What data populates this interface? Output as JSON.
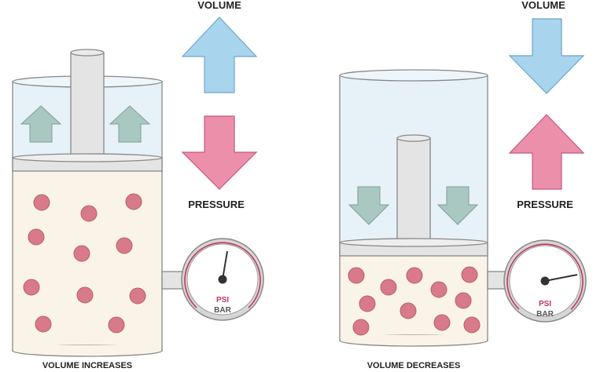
{
  "left": {
    "volume_label": "VOLUME",
    "pressure_label": "PRESSURE",
    "caption": "VOLUME INCREASES",
    "gauge": {
      "unit_primary": "PSI",
      "unit_secondary": "BAR"
    },
    "volume_arrow": "up-arrow-icon",
    "pressure_arrow": "down-arrow-icon"
  },
  "right": {
    "volume_label": "VOLUME",
    "pressure_label": "PRESSURE",
    "caption": "VOLUME DECREASES",
    "gauge": {
      "unit_primary": "PSI",
      "unit_secondary": "BAR"
    },
    "volume_arrow": "down-arrow-icon",
    "pressure_arrow": "up-arrow-icon"
  },
  "colors": {
    "volume_arrow": "#a8d4ee",
    "pressure_arrow": "#ec8fab",
    "gas_particle": "#d87a8a",
    "gas_fill": "#faf4e8",
    "cylinder_glass": "#e6f1f8",
    "piston": "#e4e4e4",
    "inner_arrow": "#a9c8c2",
    "gauge_red": "#c0395a",
    "gauge_text": "#555555"
  }
}
